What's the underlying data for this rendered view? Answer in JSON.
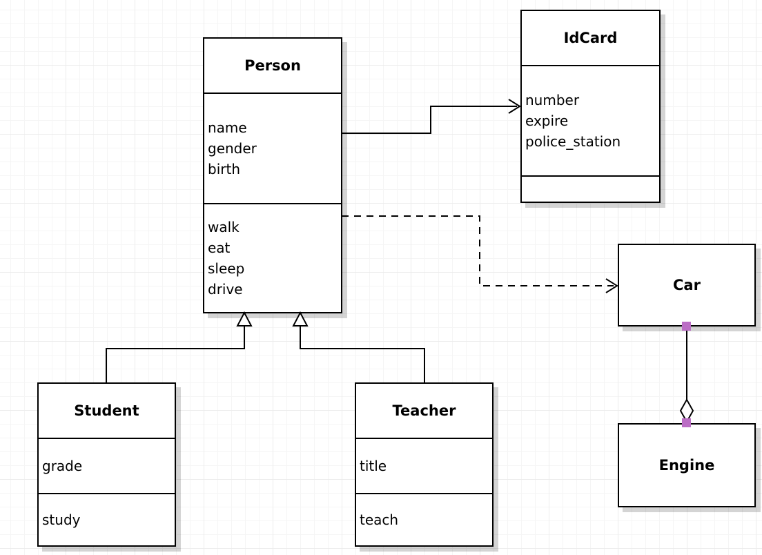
{
  "diagram": {
    "classes": {
      "person": {
        "name": "Person",
        "attributes": [
          "name",
          "gender",
          "birth"
        ],
        "methods": [
          "walk",
          "eat",
          "sleep",
          "drive"
        ]
      },
      "idcard": {
        "name": "IdCard",
        "attributes": [
          "number",
          "expire",
          "police_station"
        ],
        "methods": []
      },
      "car": {
        "name": "Car",
        "attributes": [],
        "methods": []
      },
      "engine": {
        "name": "Engine",
        "attributes": [],
        "methods": []
      },
      "student": {
        "name": "Student",
        "attributes": [
          "grade"
        ],
        "methods": [
          "study"
        ]
      },
      "teacher": {
        "name": "Teacher",
        "attributes": [
          "title"
        ],
        "methods": [
          "teach"
        ]
      }
    },
    "relationships": [
      {
        "from": "Person",
        "to": "IdCard",
        "type": "association",
        "line": "solid",
        "arrowhead": "open-arrow"
      },
      {
        "from": "Person",
        "to": "Car",
        "type": "dependency",
        "line": "dashed",
        "arrowhead": "open-arrow"
      },
      {
        "from": "Student",
        "to": "Person",
        "type": "generalization",
        "line": "solid",
        "arrowhead": "hollow-triangle"
      },
      {
        "from": "Teacher",
        "to": "Person",
        "type": "generalization",
        "line": "solid",
        "arrowhead": "hollow-triangle"
      },
      {
        "from": "Car",
        "to": "Engine",
        "type": "aggregation",
        "line": "solid",
        "arrowhead": "hollow-diamond"
      }
    ],
    "colors": {
      "line": "#000000",
      "box_fill": "#ffffff",
      "box_border": "#000000",
      "shadow": "#d2d2d2",
      "handle": "#bb6dc5",
      "grid_minor": "#f5f5f5",
      "grid_major": "#ececec"
    }
  }
}
